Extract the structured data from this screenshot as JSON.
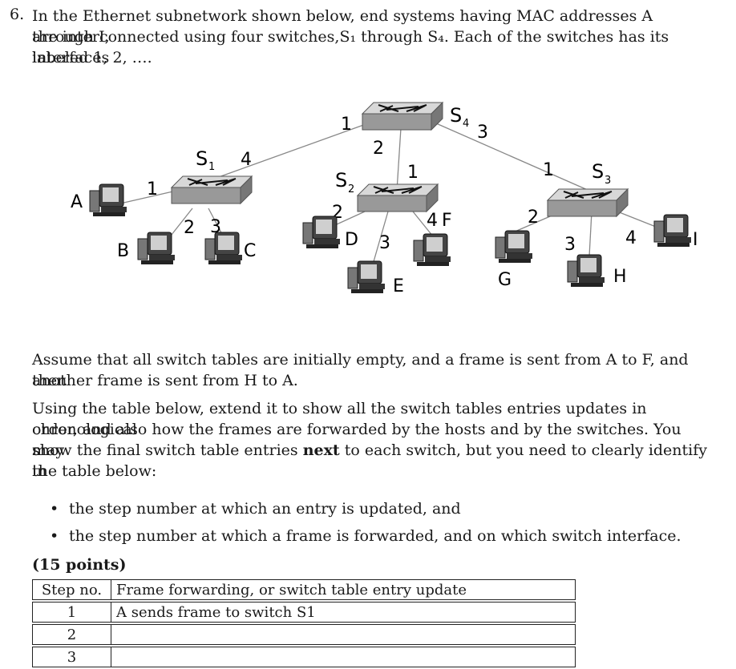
{
  "question": {
    "number": "6.",
    "line1": "In the Ethernet subnetwork shown below, end systems having MAC addresses A through I,",
    "line2": "are interconnected using four switches,S₁ through S₄. Each of the switches has its interfaces",
    "line3": "labeled 1, 2, …."
  },
  "diagram": {
    "switches": {
      "s1": {
        "name": "S",
        "sub": "1"
      },
      "s2": {
        "name": "S",
        "sub": "2"
      },
      "s3": {
        "name": "S",
        "sub": "3"
      },
      "s4": {
        "name": "S",
        "sub": "4"
      }
    },
    "ports": {
      "s1_1": "1",
      "s1_2": "2",
      "s1_3": "3",
      "s1_4": "4",
      "s2_1": "1",
      "s2_2": "2",
      "s2_3": "3",
      "s2_4": "4",
      "s3_1": "1",
      "s3_2": "2",
      "s3_3": "3",
      "s3_4": "4",
      "s4_1": "1",
      "s4_2": "2",
      "s4_3": "3"
    },
    "hosts": {
      "a": "A",
      "b": "B",
      "c": "C",
      "d": "D",
      "e": "E",
      "f": "F",
      "g": "G",
      "h": "H",
      "i": "I"
    }
  },
  "assume": {
    "line1": "Assume that all switch tables are initially empty, and a frame is sent from A to F, and then",
    "line2": "another frame is sent from H to A."
  },
  "instructions": {
    "line1": "Using the table below, extend it to show all the switch tables entries updates in chronological",
    "line2": "order, and also how the frames are forwarded by the hosts and by the switches. You may",
    "line3_pre": "show the final switch table entries ",
    "line3_bold": "next",
    "line3_post": " to each switch, but you need to clearly identify in",
    "line4": "the table below:"
  },
  "bullets": [
    "the step number at which an entry is updated, and",
    "the step number at which a frame is forwarded, and on which switch interface."
  ],
  "points": "(15 points)",
  "table": {
    "headers": [
      "Step no.",
      "Frame forwarding, or switch table entry update"
    ],
    "rows": [
      [
        "1",
        "A sends frame to switch S1"
      ],
      [
        "2",
        ""
      ],
      [
        "3",
        ""
      ]
    ]
  }
}
